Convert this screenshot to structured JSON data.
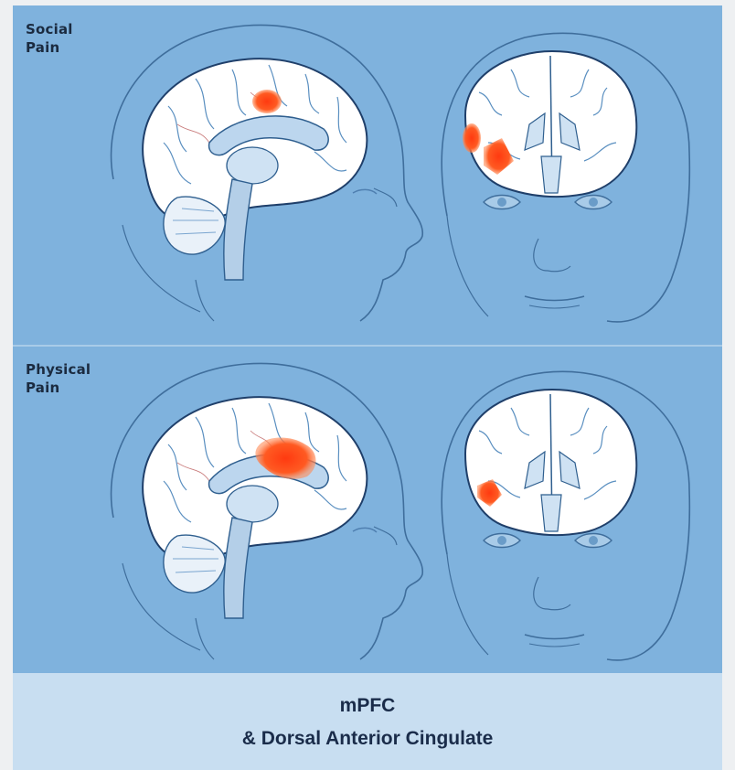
{
  "figure": {
    "panels": [
      {
        "label": "Social\nPain",
        "lateral_active_regions": 1,
        "frontal_active_regions": 2
      },
      {
        "label": "Physical\nPain",
        "lateral_active_regions": 1,
        "frontal_active_regions": 1
      }
    ],
    "colors": {
      "background": "#7fb2dd",
      "brain": "#ffffff",
      "outline": "#1f3f6a",
      "activation": "#ff4a1c",
      "caption_bg": "#c8def1",
      "caption_text": "#1a2c4a"
    }
  },
  "caption": {
    "line1": "mPFC",
    "line2": "& Dorsal Anterior Cingulate"
  }
}
